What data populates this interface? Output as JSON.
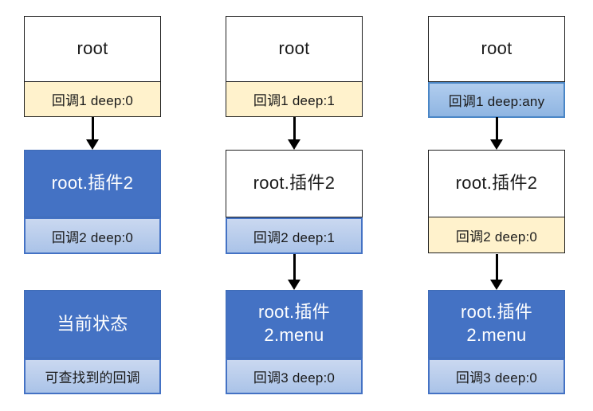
{
  "diagram": {
    "columns": [
      {
        "id": "case-deep-0",
        "nodes": [
          {
            "title": "root",
            "callout": "回调1 deep:0"
          },
          {
            "title": "root.插件2",
            "callout": "回调2 deep:0"
          },
          {
            "title": "当前状态",
            "callout": "可查找到的回调"
          }
        ]
      },
      {
        "id": "case-deep-1",
        "nodes": [
          {
            "title": "root",
            "callout": "回调1 deep:1"
          },
          {
            "title": "root.插件2",
            "callout": "回调2 deep:1"
          },
          {
            "title": "root.插件\n2.menu",
            "callout": "回调3 deep:0"
          }
        ]
      },
      {
        "id": "case-deep-any",
        "nodes": [
          {
            "title": "root",
            "callout": "回调1 deep:any"
          },
          {
            "title": "root.插件2",
            "callout": "回调2 deep:0"
          },
          {
            "title": "root.插件\n2.menu",
            "callout": "回调3 deep:0"
          }
        ]
      }
    ],
    "colors": {
      "state_blue": "#4472c4",
      "callout_cream": "#fff2cc",
      "callout_light_blue": "#b4c7e7",
      "callout_any_blue": "#9dc3e6",
      "border_dark": "#1f1f1f",
      "border_blue": "#4472c4",
      "arrow": "#000000"
    }
  }
}
